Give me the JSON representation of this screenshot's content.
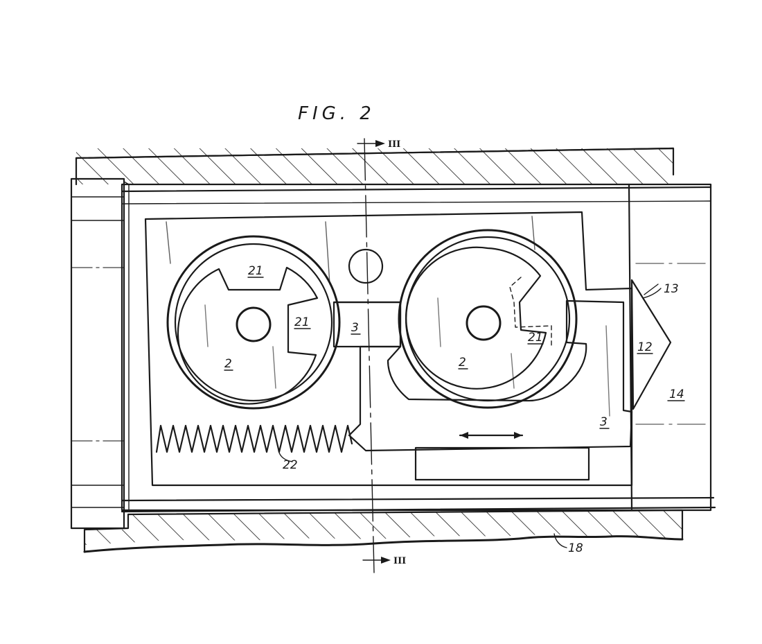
{
  "figure": {
    "title": "FIG. 2"
  },
  "section_marks": {
    "top": "III",
    "bottom": "III"
  },
  "labels": {
    "notch_left_top": "21",
    "notch_left_side": "21",
    "cam_left": "2",
    "slider_tab": "3",
    "cam_right": "2",
    "notch_right": "21",
    "slider_body": "3",
    "wedge_tip": "12",
    "wedge_edge": "13",
    "housing_right": "14",
    "spring": "22",
    "base": "18"
  },
  "colors": {
    "ink": "#1a1a1a",
    "paper": "#ffffff"
  }
}
